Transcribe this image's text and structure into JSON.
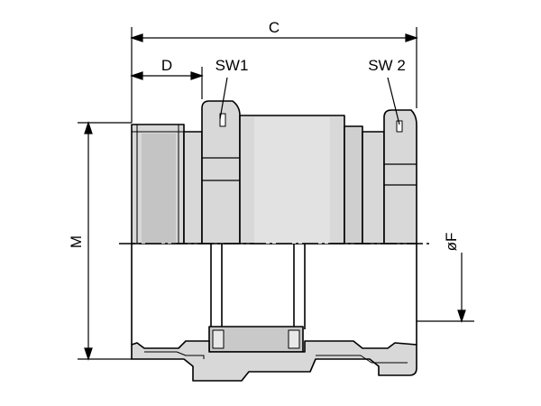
{
  "labels": {
    "overall_length": "C",
    "thread_length": "D",
    "wrench_size_1": "SW1",
    "wrench_size_2": "SW 2",
    "outer_diameter": "M",
    "inner_diameter": "øF"
  },
  "colors": {
    "body_fill": "#d8d8d8",
    "shade_dark": "#bdbdbd",
    "shade_light": "#e8e8e8",
    "seal_fill": "#c9c9c9",
    "line": "#000000"
  }
}
